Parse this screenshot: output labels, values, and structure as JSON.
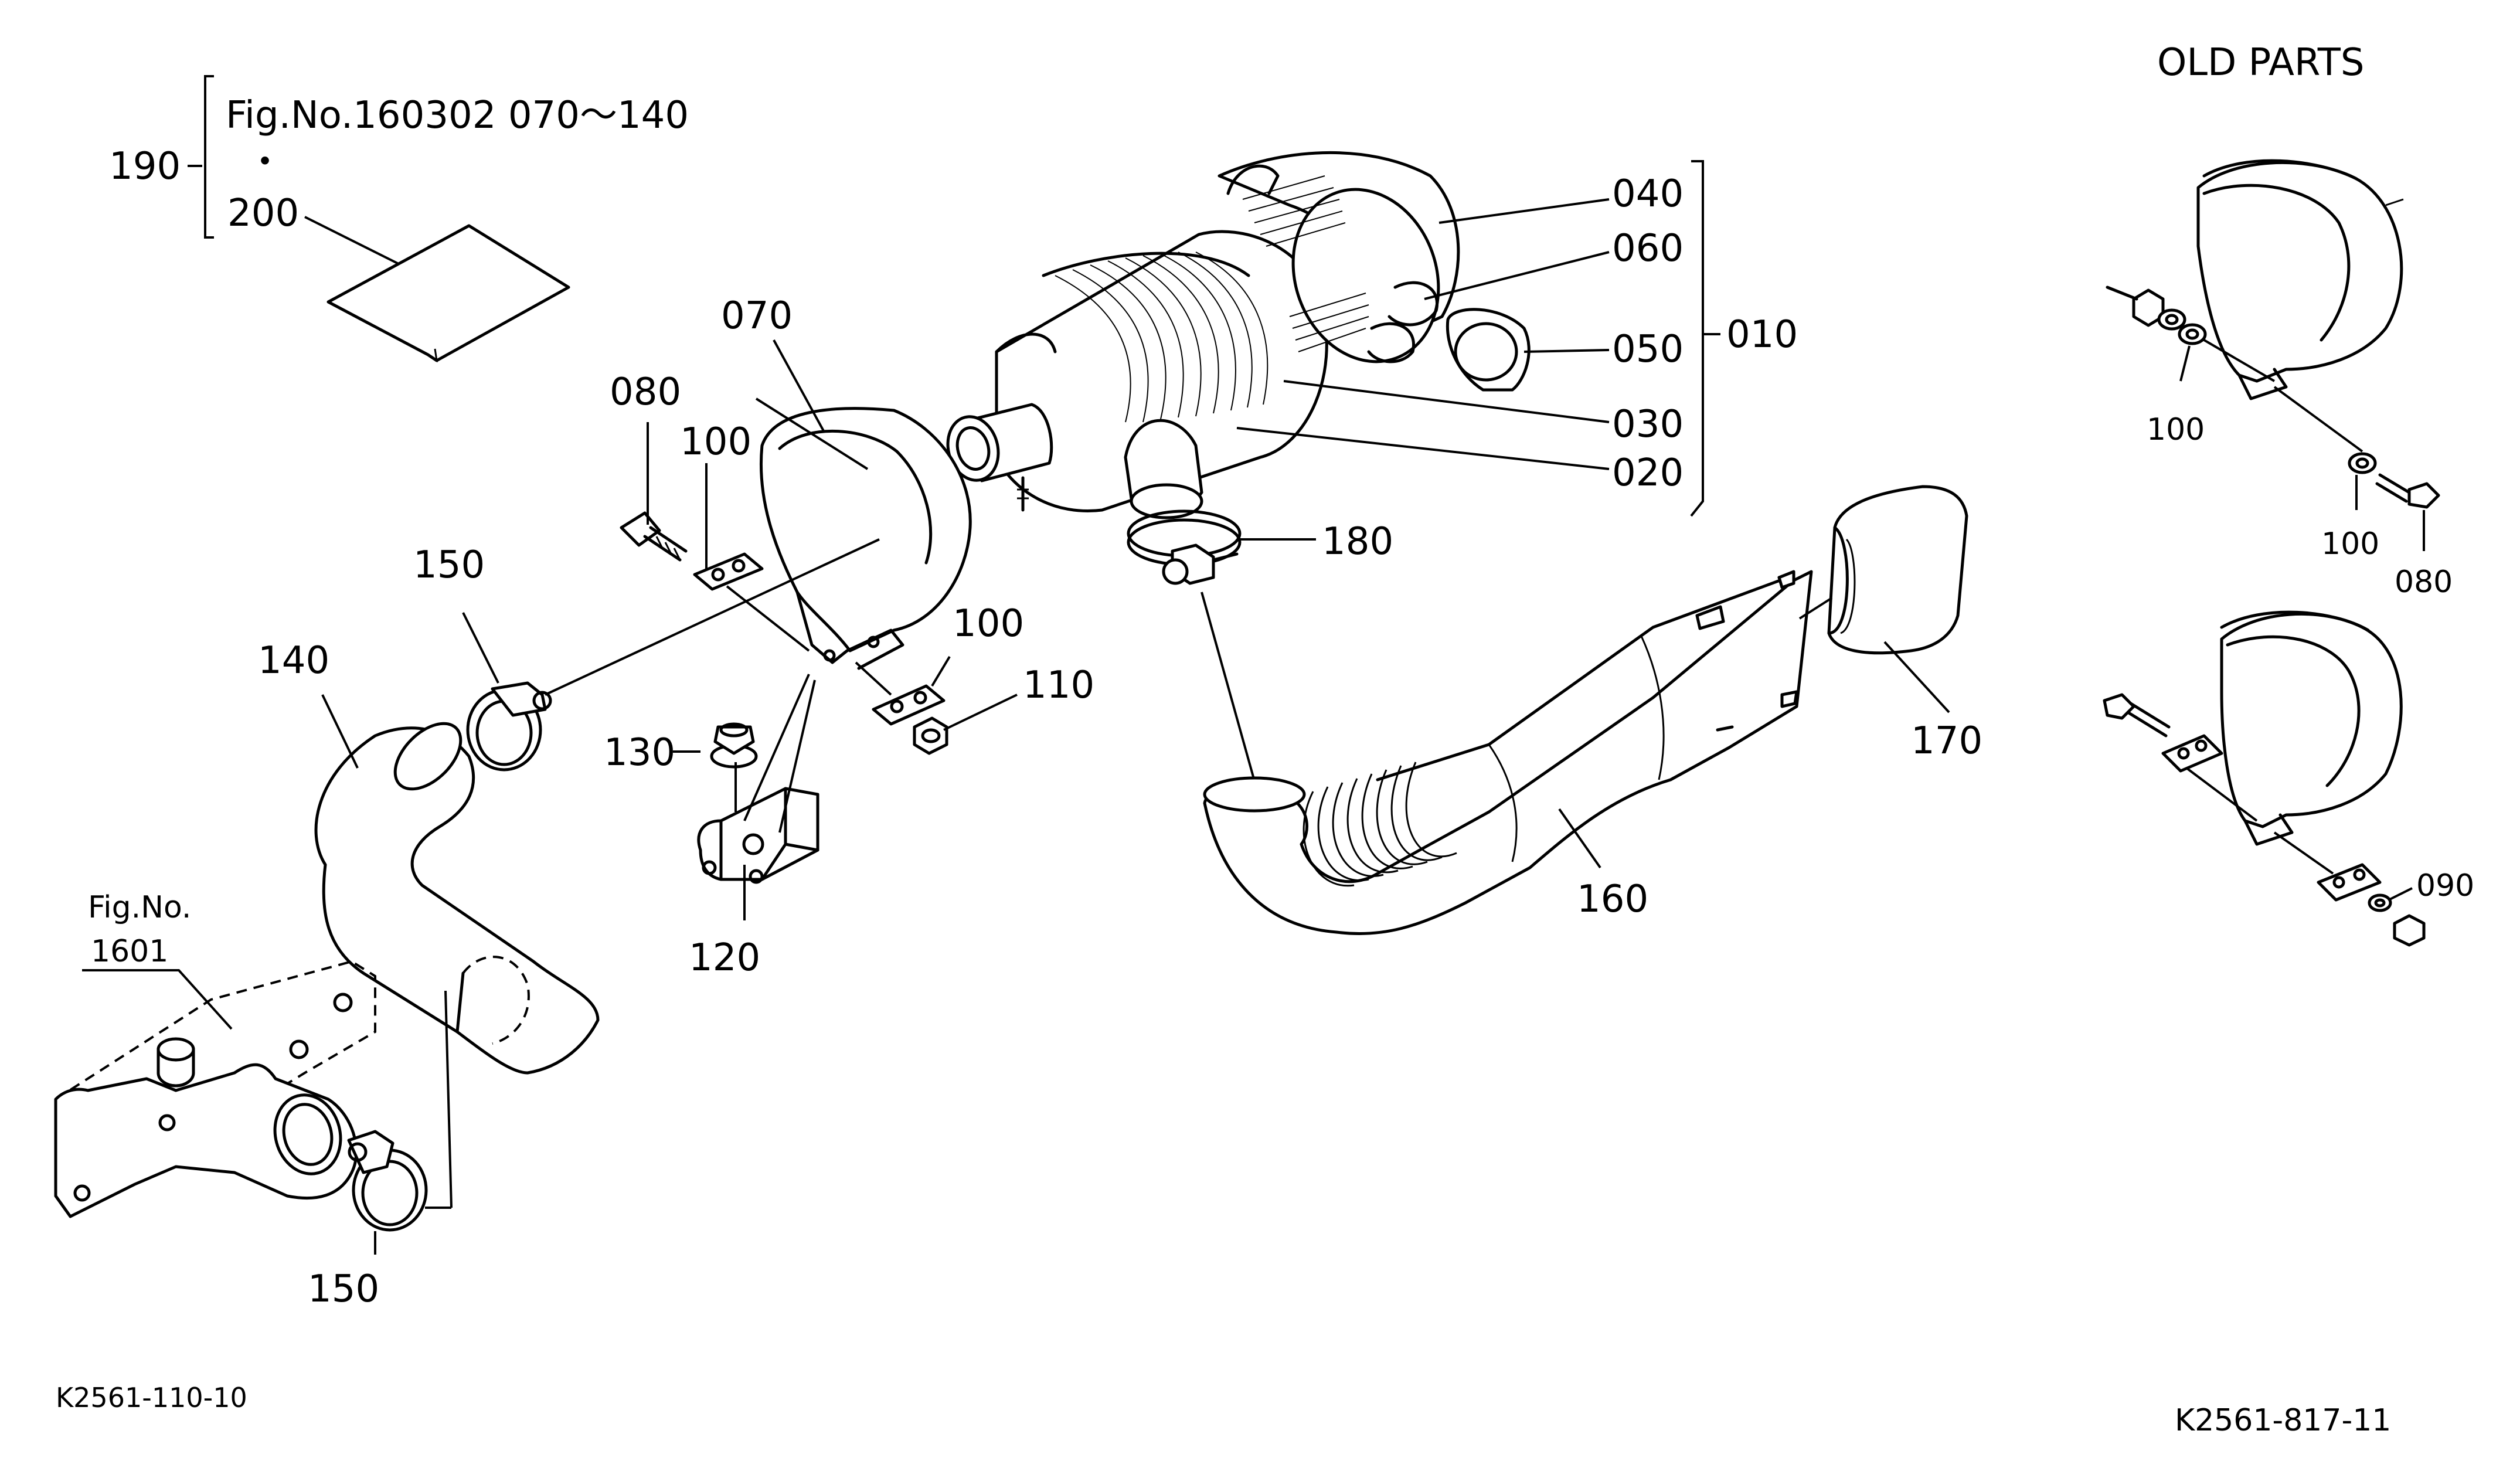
{
  "header": {
    "title": "OLD PARTS"
  },
  "footer": {
    "left_code": "K2561-110-10",
    "right_code": "K2561-817-11"
  },
  "reference": {
    "ref_190": "190",
    "fig_ref_main": "Fig.No.160302  070～140",
    "dot": "・",
    "ref_200": "200",
    "fig_ref_engine_1": "Fig.No.",
    "fig_ref_engine_2": "1601"
  },
  "parts": {
    "p010": "010",
    "p020": "020",
    "p030": "030",
    "p040": "040",
    "p050": "050",
    "p060": "060",
    "p070": "070",
    "p080": "080",
    "p100_a": "100",
    "p100_b": "100",
    "p110": "110",
    "p120": "120",
    "p130": "130",
    "p140": "140",
    "p150_a": "150",
    "p150_b": "150",
    "p160": "160",
    "p170": "170",
    "p180": "180"
  },
  "old_parts": {
    "p100_top": "100",
    "p100_bot": "100",
    "p080": "080",
    "p090": "090"
  },
  "icons": [
    "air-cleaner-icon",
    "band-clamp-icon",
    "hose-icon",
    "bracket-icon",
    "bolt-icon",
    "nut-icon",
    "cover-icon",
    "manifold-icon"
  ]
}
